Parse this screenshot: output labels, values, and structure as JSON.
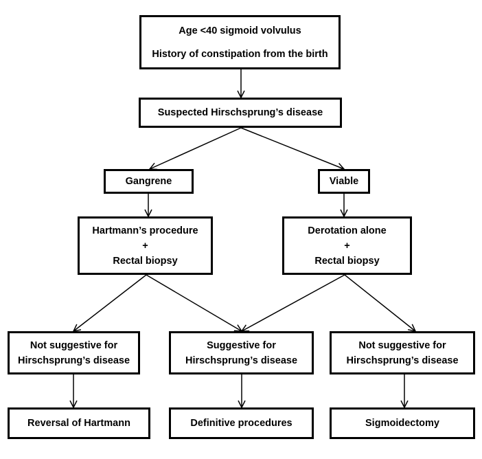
{
  "diagram": {
    "nodes": {
      "start": [
        "Age <40 sigmoid volvulus",
        "History of constipation from the birth"
      ],
      "suspected": [
        "Suspected Hirschsprung’s disease"
      ],
      "gangrene": [
        "Gangrene"
      ],
      "viable": [
        "Viable"
      ],
      "hartmann": [
        "Hartmann’s procedure",
        "+",
        "Rectal biopsy"
      ],
      "derotation": [
        "Derotation alone",
        "+",
        "Rectal biopsy"
      ],
      "not_suggestive_left": [
        "Not suggestive for",
        "Hirschsprung’s disease"
      ],
      "suggestive": [
        "Suggestive for",
        "Hirschsprung’s disease"
      ],
      "not_suggestive_right": [
        "Not suggestive for",
        "Hirschsprung’s disease"
      ],
      "reversal": [
        "Reversal of Hartmann"
      ],
      "definitive": [
        "Definitive procedures"
      ],
      "sigmoidectomy": [
        "Sigmoidectomy"
      ]
    },
    "edges": [
      [
        "start",
        "suspected"
      ],
      [
        "suspected",
        "gangrene"
      ],
      [
        "suspected",
        "viable"
      ],
      [
        "gangrene",
        "hartmann"
      ],
      [
        "viable",
        "derotation"
      ],
      [
        "hartmann",
        "not_suggestive_left"
      ],
      [
        "hartmann",
        "suggestive"
      ],
      [
        "derotation",
        "suggestive"
      ],
      [
        "derotation",
        "not_suggestive_right"
      ],
      [
        "not_suggestive_left",
        "reversal"
      ],
      [
        "suggestive",
        "definitive"
      ],
      [
        "not_suggestive_right",
        "sigmoidectomy"
      ]
    ]
  }
}
